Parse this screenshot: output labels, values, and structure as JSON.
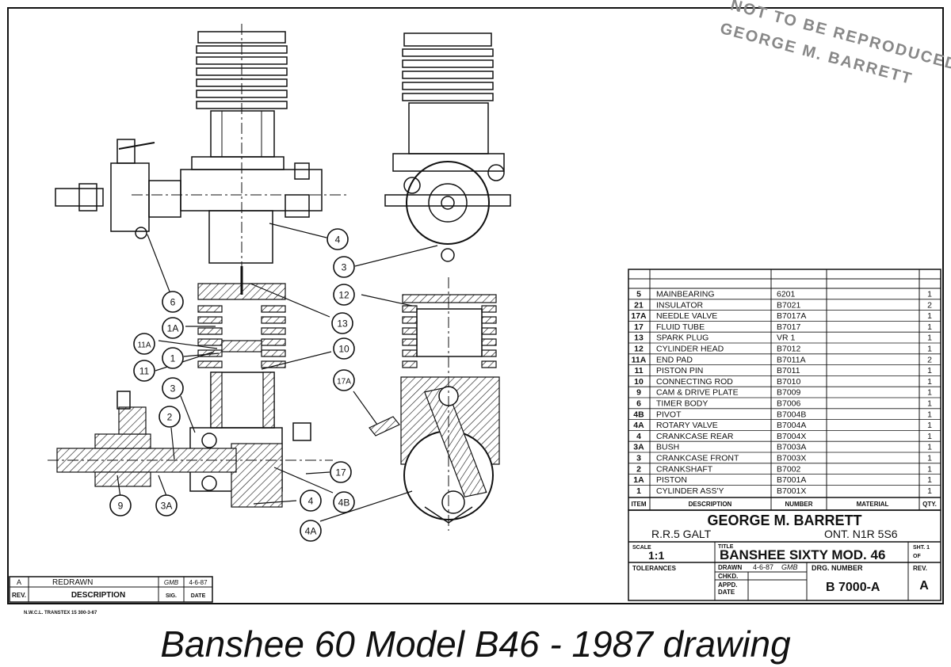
{
  "stamp": {
    "line1": "NOT TO BE REPRODUCED",
    "line2": "GEORGE M. BARRETT"
  },
  "callouts": [
    "4",
    "3",
    "6",
    "12",
    "1A",
    "13",
    "11A",
    "10",
    "1",
    "11",
    "17A",
    "3",
    "2",
    "17",
    "9",
    "3A",
    "4",
    "4B",
    "4A"
  ],
  "parts_list": {
    "headers": {
      "item": "ITEM",
      "description": "DESCRIPTION",
      "number": "NUMBER",
      "material": "MATERIAL",
      "qty": "QTY."
    },
    "rows": [
      {
        "item": "5",
        "description": "MAINBEARING",
        "number": "6201",
        "qty": "1"
      },
      {
        "item": "21",
        "description": "INSULATOR",
        "number": "B7021",
        "qty": "2"
      },
      {
        "item": "17A",
        "description": "NEEDLE VALVE",
        "number": "B7017A",
        "qty": "1"
      },
      {
        "item": "17",
        "description": "FLUID TUBE",
        "number": "B7017",
        "qty": "1"
      },
      {
        "item": "13",
        "description": "SPARK PLUG",
        "number": "VR 1",
        "qty": "1"
      },
      {
        "item": "12",
        "description": "CYLINDER HEAD",
        "number": "B7012",
        "qty": "1"
      },
      {
        "item": "11A",
        "description": "END PAD",
        "number": "B7011A",
        "qty": "2"
      },
      {
        "item": "11",
        "description": "PISTON PIN",
        "number": "B7011",
        "qty": "1"
      },
      {
        "item": "10",
        "description": "CONNECTING ROD",
        "number": "B7010",
        "qty": "1"
      },
      {
        "item": "9",
        "description": "CAM & DRIVE PLATE",
        "number": "B7009",
        "qty": "1"
      },
      {
        "item": "6",
        "description": "TIMER BODY",
        "number": "B7006",
        "qty": "1"
      },
      {
        "item": "4B",
        "description": "PIVOT",
        "number": "B7004B",
        "qty": "1"
      },
      {
        "item": "4A",
        "description": "ROTARY VALVE",
        "number": "B7004A",
        "qty": "1"
      },
      {
        "item": "4",
        "description": "CRANKCASE REAR",
        "number": "B7004X",
        "qty": "1"
      },
      {
        "item": "3A",
        "description": "BUSH",
        "number": "B7003A",
        "qty": "1"
      },
      {
        "item": "3",
        "description": "CRANKCASE FRONT",
        "number": "B7003X",
        "qty": "1"
      },
      {
        "item": "2",
        "description": "CRANKSHAFT",
        "number": "B7002",
        "qty": "1"
      },
      {
        "item": "1A",
        "description": "PISTON",
        "number": "B7001A",
        "qty": "1"
      },
      {
        "item": "1",
        "description": "CYLINDER ASS'Y",
        "number": "B7001X",
        "qty": "1"
      }
    ]
  },
  "title_block": {
    "owner": "GEORGE M. BARRETT",
    "address_left": "R.R.5  GALT",
    "address_right": "ONT.  N1R 5S6",
    "scale_label": "SCALE",
    "scale_value": "1:1",
    "title_label": "TITLE",
    "title_value": "BANSHEE SIXTY MOD. 46",
    "sheet_label": "SHT. 1",
    "of_label": "OF",
    "tolerances_label": "TOLERANCES",
    "drawn_label": "DRAWN",
    "drawn_value": "4-6-87",
    "drawn_initials": "GMB",
    "chkd_label": "CHKD.",
    "appd_label": "APPD.",
    "date_label": "DATE",
    "drg_label": "DRG. NUMBER",
    "drg_value": "B 7000-A",
    "rev_label": "REV.",
    "rev_value": "A"
  },
  "revision_block": {
    "rev": "A",
    "description": "REDRAWN",
    "sig": "GMB",
    "date": "4-6-87",
    "h_rev": "REV.",
    "h_description": "DESCRIPTION",
    "h_sig": "SIG.",
    "h_date": "DATE"
  },
  "printer_note": "N.W.C.L.  TRANSTEX  15  300-3-67",
  "caption": "Banshee 60 Model B46 - 1987 drawing"
}
